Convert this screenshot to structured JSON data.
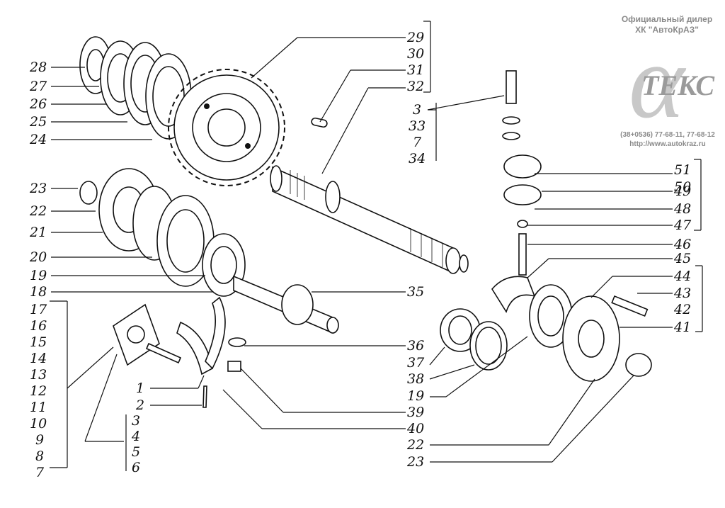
{
  "watermark": {
    "dealer_line1": "Официальный дилер",
    "dealer_line2": "ХК \"АвтоКрАЗ\"",
    "logo_letter": "α",
    "brand": "ТЕКС",
    "phones": "(38+0536) 77-68-11, 77-68-12",
    "website": "http://www.autokraz.ru"
  },
  "labels": {
    "left_top": [
      "28",
      "27",
      "26",
      "25",
      "24"
    ],
    "left_mid": [
      "23",
      "22",
      "21",
      "20",
      "19",
      "18"
    ],
    "left_bottom": [
      "17",
      "16",
      "15",
      "14",
      "13",
      "12",
      "11",
      "10",
      "9",
      "8",
      "7"
    ],
    "center_bottom_left": [
      "1",
      "2"
    ],
    "center_bottom_group": [
      "3",
      "4",
      "5",
      "6"
    ],
    "top_center": [
      "29",
      "30",
      "31",
      "32"
    ],
    "top_right_group": [
      "3",
      "33",
      "7",
      "34"
    ],
    "right_group": [
      "51",
      "50",
      "49",
      "48",
      "47",
      "46"
    ],
    "right_lower": [
      "45",
      "44",
      "43",
      "42",
      "41"
    ],
    "shaft": "35",
    "center_bottom_right": [
      "36",
      "37",
      "38",
      "19",
      "39",
      "40",
      "22",
      "23"
    ]
  }
}
